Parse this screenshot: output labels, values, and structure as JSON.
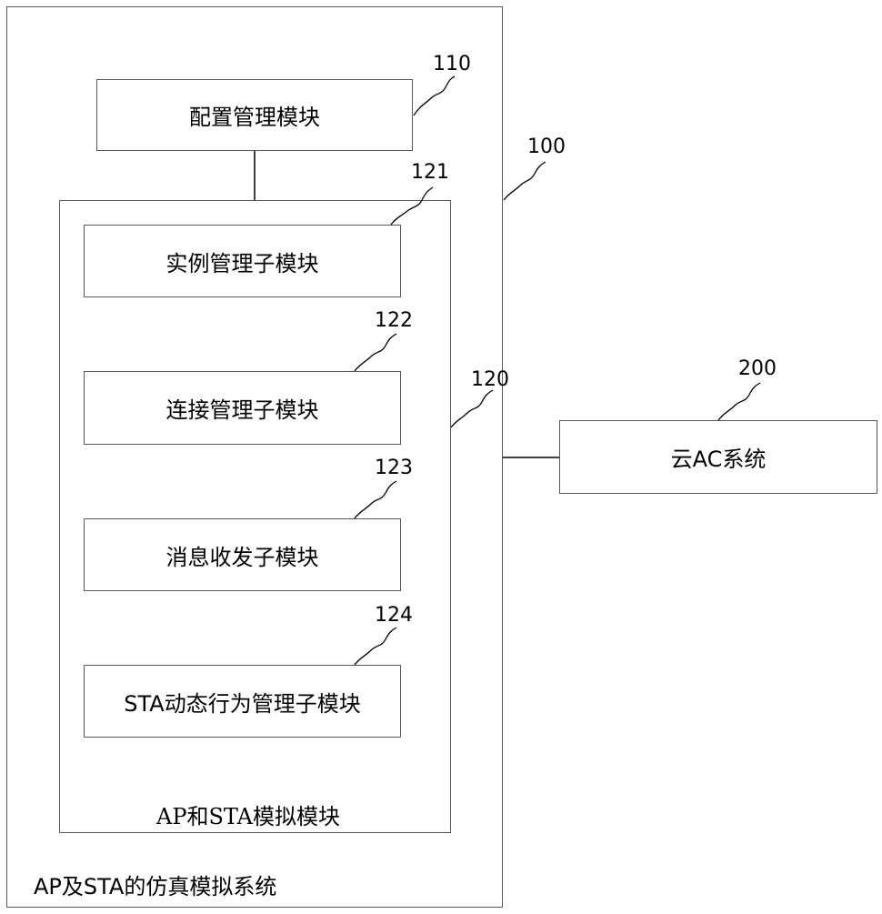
{
  "system": {
    "title": "AP及STA的仿真模拟系统",
    "ref": "100"
  },
  "config_module": {
    "label": "配置管理模块",
    "ref": "110"
  },
  "sim_module": {
    "label": "AP和STA模拟模块",
    "ref": "120",
    "submodules": [
      {
        "label": "实例管理子模块",
        "ref": "121"
      },
      {
        "label": "连接管理子模块",
        "ref": "122"
      },
      {
        "label": "消息收发子模块",
        "ref": "123"
      },
      {
        "label": "STA动态行为管理子模块",
        "ref": "124"
      }
    ]
  },
  "cloud_ac": {
    "label": "云AC系统",
    "ref": "200"
  }
}
